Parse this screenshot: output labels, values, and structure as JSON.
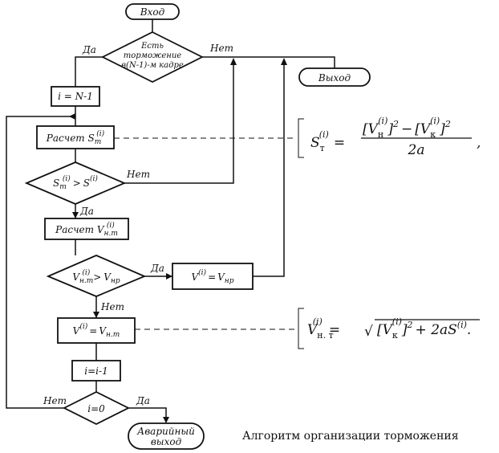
{
  "nodes": {
    "entry": "Вход",
    "decision_braking": [
      "Есть",
      "торможение",
      "в(N-1)-м кадре"
    ],
    "exit": "Выход",
    "init_i": "i = N-1",
    "calc_s_word": "Расчет",
    "calc_s_sym": "S",
    "calc_s_sub": "т",
    "calc_s_sup": "(i)",
    "cond_s_lhs": "S",
    "cond_s_lhs_sub": "т",
    "cond_s_sup": "(i)",
    "cond_s_op": ">",
    "cond_s_rhs": "S",
    "cond_s_rhs_sup": "(i)",
    "calc_v_word": "Расчет",
    "calc_v_sym": "V",
    "calc_v_sub": "н.т",
    "calc_v_sup": "(i)",
    "cond_v_lhs": "V",
    "cond_v_lhs_sub": "н.т",
    "cond_v_sup": "(i)",
    "cond_v_op": ">",
    "cond_v_rhs": "V",
    "cond_v_rhs_sub": "нр",
    "assign_vnr_lhs": "V",
    "assign_vnr_sup": "(i)",
    "assign_vnr_eq": "=",
    "assign_vnr_rhs": "V",
    "assign_vnr_rhs_sub": "нр",
    "assign_vnt_lhs": "V",
    "assign_vnt_sup": "(i)",
    "assign_vnt_eq": "=",
    "assign_vnt_rhs": "V",
    "assign_vnt_rhs_sub": "н.т",
    "decrement": "i=i-1",
    "cond_zero": "i=0",
    "emergency_exit": [
      "Аварийный",
      "выход"
    ]
  },
  "edge_labels": {
    "yes": "Да",
    "no": "Нет"
  },
  "formula_s": {
    "lhs": "S",
    "lhs_sub": "т",
    "sup": "(i)",
    "eq": "=",
    "num_open": "[",
    "num_v": "V",
    "num_v1_sub": "н",
    "num_close": "]",
    "sq": "2",
    "minus": "−",
    "num_v2_sub": "к",
    "den": "2a",
    "tail": ","
  },
  "formula_v": {
    "lhs": "V",
    "lhs_sub": "н. т",
    "sup": "(i)",
    "eq": "=",
    "radical": "√",
    "body_open": "[",
    "body_v": "V",
    "body_v_sub": "к",
    "body_close": "]",
    "sq": "2",
    "plus_term": "+ 2aS",
    "tail": "."
  },
  "caption": "Алгоритм организации торможения"
}
